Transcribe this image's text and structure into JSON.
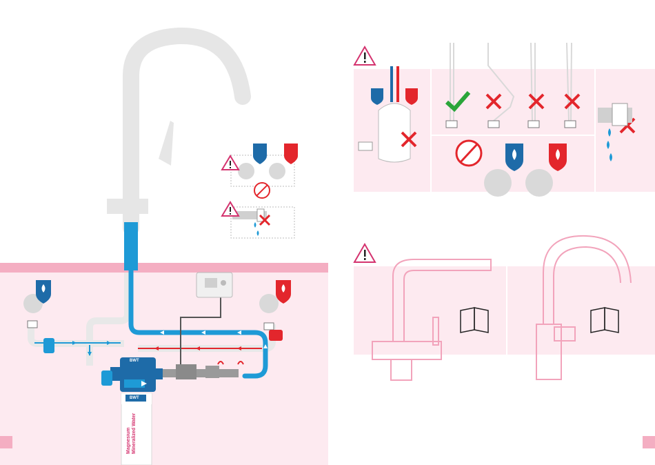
{
  "filter": {
    "brand_top": "BWT",
    "brand_body": "BWT",
    "label": "Magnesium Mineralized Water"
  },
  "colors": {
    "blue": "#1e9ad6",
    "red": "#e3262c",
    "green": "#2aa539",
    "pink_bg": "#fdeaf0",
    "pink_band": "#f4aec2",
    "magenta": "#d4326e",
    "gray_tap": "#e6e6e6"
  },
  "icons": [
    "warning-icon",
    "cold-water-icon",
    "hot-water-icon",
    "check-icon",
    "cross-icon",
    "no-entry-icon",
    "manual-icon",
    "water-drop-icon"
  ]
}
